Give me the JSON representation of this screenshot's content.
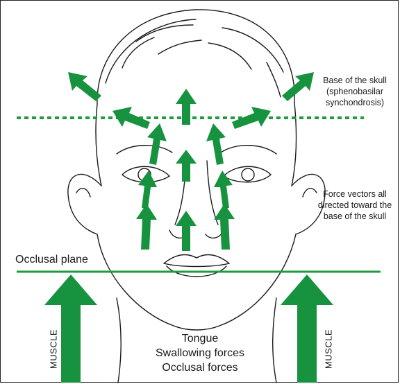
{
  "labels": {
    "skull_base_line1": "Base of the skull",
    "skull_base_line2": "(sphenobasilar",
    "skull_base_line3": "synchondrosis)",
    "vectors_line1": "Force vectors all",
    "vectors_line2": "directed toward the",
    "vectors_line3": "base of the skull",
    "occlusal_plane": "Occlusal plane",
    "muscle_left": "MUSCLE",
    "muscle_right": "MUSCLE",
    "forces_line1": "Tongue",
    "forces_line2": "Swallowing forces",
    "forces_line3": "Occlusal forces"
  },
  "colors": {
    "arrow_green": "#17933f",
    "line_green": "#1f9a3e",
    "outline": "#1a1a1a"
  }
}
